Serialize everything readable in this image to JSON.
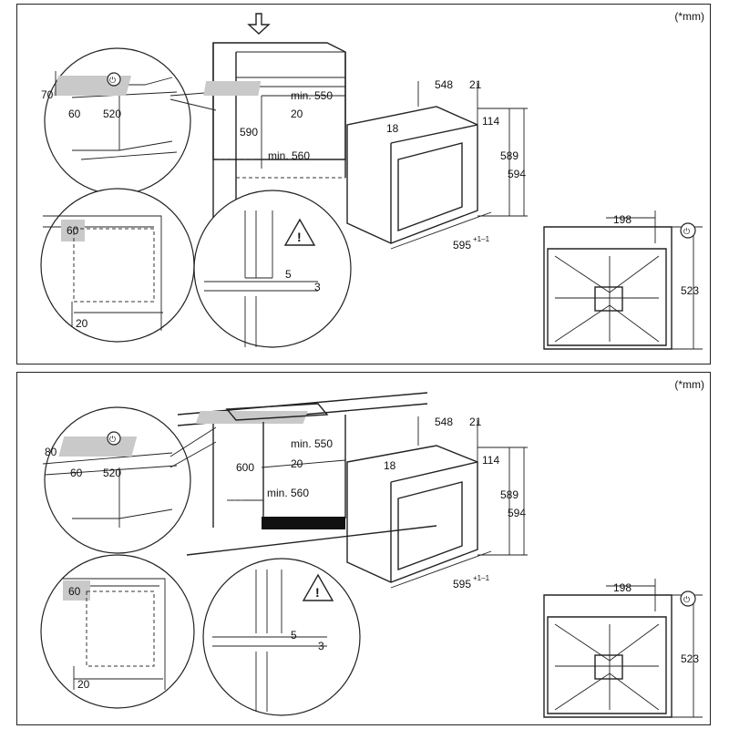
{
  "panel1": {
    "unit": "(*mm)",
    "dims": {
      "d70": "70",
      "d60a": "60",
      "d520": "520",
      "d590": "590",
      "min550": "min. 550",
      "d20a": "20",
      "min560": "min. 560",
      "d548": "548",
      "d21": "21",
      "d18": "18",
      "d114": "114",
      "d589": "589",
      "d594": "594",
      "d595": "595",
      "d595sup": "+1–1",
      "d60b": "60",
      "d20b": "20",
      "d5": "5",
      "d3": "3",
      "d198": "198",
      "d523": "523"
    }
  },
  "panel2": {
    "unit": "(*mm)",
    "dims": {
      "d80": "80",
      "d60a": "60",
      "d520": "520",
      "d600": "600",
      "min550": "min. 550",
      "d20a": "20",
      "min560": "min. 560",
      "d548": "548",
      "d21": "21",
      "d18": "18",
      "d114": "114",
      "d589": "589",
      "d594": "594",
      "d595": "595",
      "d595sup": "+1–1",
      "d60b": "60",
      "d20b": "20",
      "d5": "5",
      "d3": "3",
      "d198": "198",
      "d523": "523"
    }
  }
}
